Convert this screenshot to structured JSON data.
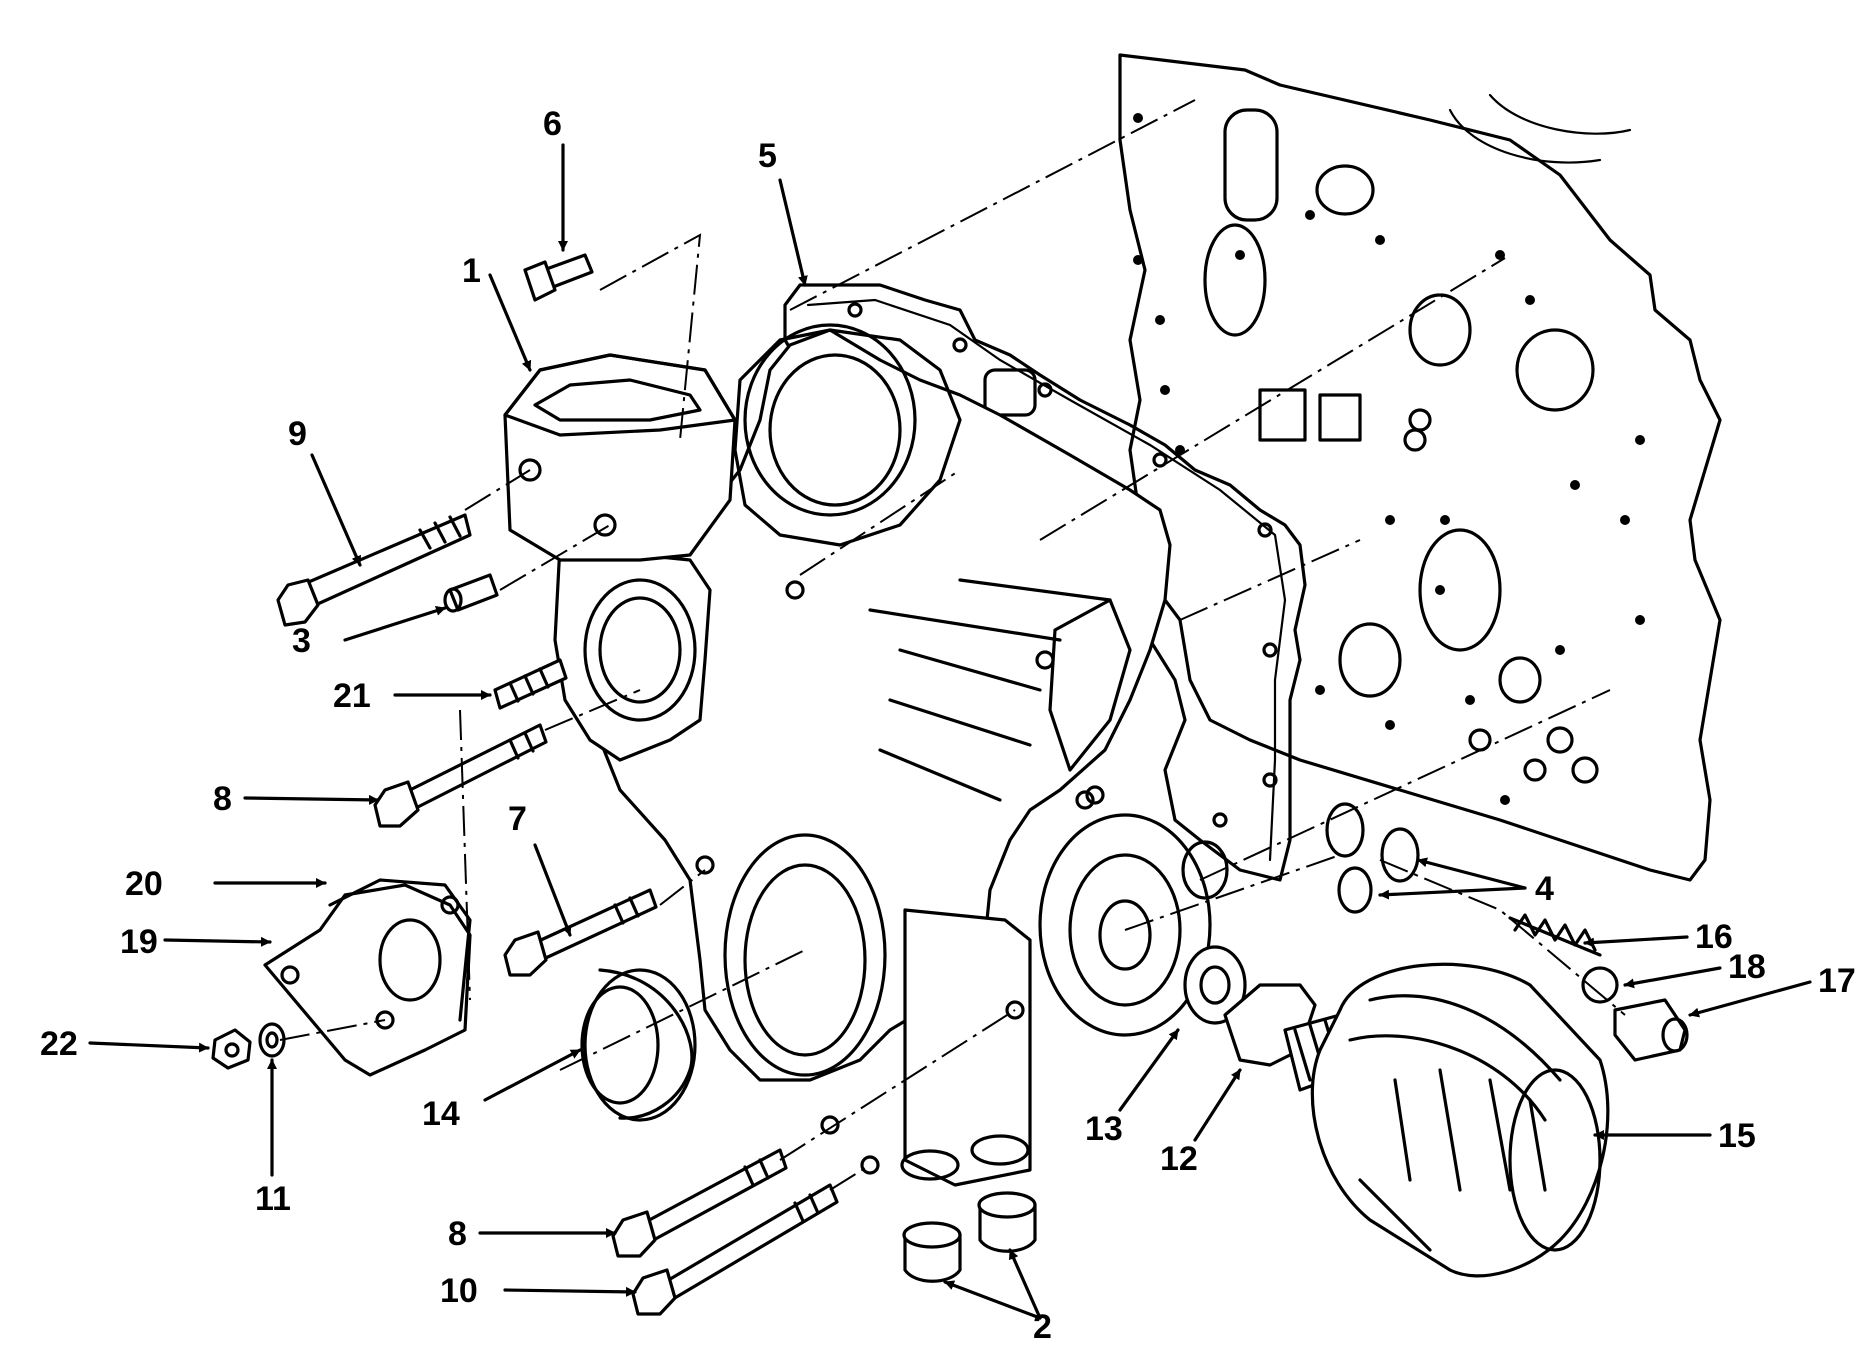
{
  "callouts": [
    {
      "id": "1",
      "text": "1"
    },
    {
      "id": "2",
      "text": "2"
    },
    {
      "id": "3",
      "text": "3"
    },
    {
      "id": "4",
      "text": "4"
    },
    {
      "id": "5",
      "text": "5"
    },
    {
      "id": "6",
      "text": "6"
    },
    {
      "id": "7",
      "text": "7"
    },
    {
      "id": "8a",
      "text": "8"
    },
    {
      "id": "8b",
      "text": "8"
    },
    {
      "id": "9",
      "text": "9"
    },
    {
      "id": "10",
      "text": "10"
    },
    {
      "id": "11",
      "text": "11"
    },
    {
      "id": "12",
      "text": "12"
    },
    {
      "id": "13",
      "text": "13"
    },
    {
      "id": "14",
      "text": "14"
    },
    {
      "id": "15",
      "text": "15"
    },
    {
      "id": "16",
      "text": "16"
    },
    {
      "id": "17",
      "text": "17"
    },
    {
      "id": "18",
      "text": "18"
    },
    {
      "id": "19",
      "text": "19"
    },
    {
      "id": "20",
      "text": "20"
    },
    {
      "id": "21",
      "text": "21"
    },
    {
      "id": "22",
      "text": "22"
    }
  ]
}
